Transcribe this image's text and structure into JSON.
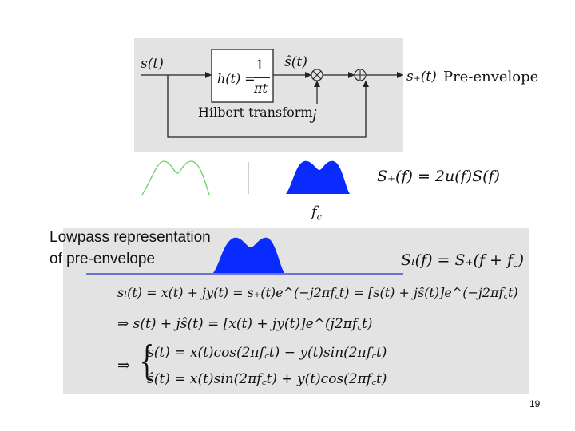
{
  "block_diagram": {
    "input_label": "s(t)",
    "filter_lhs": "h(t) =",
    "filter_num": "1",
    "filter_den": "πt",
    "hilbert_output": "ŝ(t)",
    "multiplier_symbol": "⊗",
    "adder_symbol": "⊕",
    "j_label": "j",
    "block_caption": "Hilbert transform",
    "output_label": "s₊(t)",
    "output_desc": "Pre-envelope"
  },
  "spectra": {
    "plus_spectrum_eq": "S₊(f) = 2u(f)S(f)",
    "fc_label": "f",
    "fc_sub": "c"
  },
  "lowpass": {
    "title_line1": "Lowpass representation",
    "title_line2": "of pre-envelope",
    "spectrum_eq": "Sₗ(f) = S₊(f + f꜀)",
    "eq1": "sₗ(t) = x(t) + jy(t) = s₊(t)e^(−j2πf꜀t) = [s(t) + jŝ(t)]e^(−j2πf꜀t)",
    "eq2": "⇒ s(t) + jŝ(t) = [x(t) + jy(t)]e^(j2πf꜀t)",
    "eq3a": "s(t) = x(t)cos(2πf꜀t) − y(t)sin(2πf꜀t)",
    "eq3b": "ŝ(t) = x(t)sin(2πf꜀t) + y(t)cos(2πf꜀t)",
    "implies": "⇒"
  },
  "colors": {
    "spectrum_fill": "#0a2bff",
    "green_curve": "#6bd06b",
    "axis_line": "#2233cc",
    "panel_bg": "#e3e3e3"
  },
  "slide_number": "19"
}
